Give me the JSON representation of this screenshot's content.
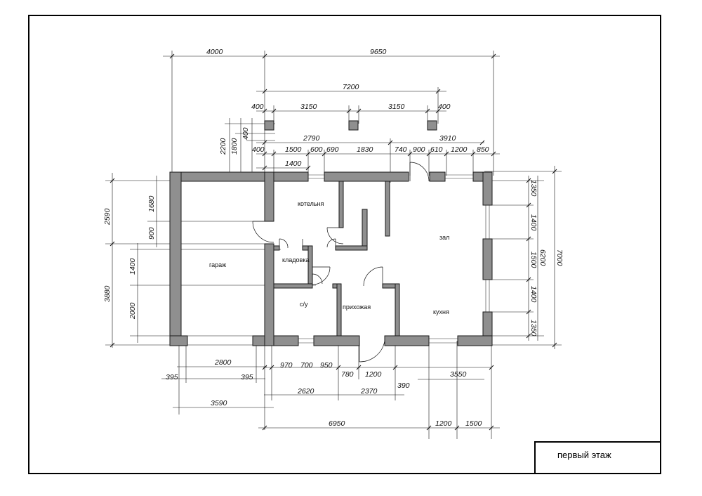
{
  "title": "первый этаж",
  "rooms": {
    "boiler": "котельня",
    "hall": "зал",
    "pantry": "кладовка",
    "garage": "гараж",
    "wc": "с/у",
    "entry": "прихожая",
    "kitchen": "кухня"
  },
  "dims": {
    "top": {
      "a4000": "4000",
      "a9650": "9650",
      "a7200": "7200",
      "p400a": "400",
      "p3150a": "3150",
      "p3150b": "3150",
      "p400b": "400",
      "w2790": "2790",
      "w3910": "3910",
      "r400": "400",
      "r1500": "1500",
      "r600": "600",
      "r690": "690",
      "r1830": "1830",
      "r740": "740",
      "r900": "900",
      "r610": "610",
      "r1200": "1200",
      "r850": "850",
      "d1400": "1400"
    },
    "left": {
      "v2200": "2200",
      "v1800": "1800",
      "v400": "400",
      "v2590": "2590",
      "v1680": "1680",
      "v900": "900",
      "v3880": "3880",
      "v1400": "1400",
      "v2000": "2000"
    },
    "right": {
      "r1350a": "1350",
      "r1400a": "1400",
      "r1500": "1500",
      "r1400b": "1400",
      "r1350b": "1350",
      "r6200": "6200",
      "r7000": "7000"
    },
    "bottom": {
      "b395a": "395",
      "b2800": "2800",
      "b395b": "395",
      "b3590": "3590",
      "b970": "970",
      "b700": "700",
      "b950": "950",
      "b780": "780",
      "b1200": "1200",
      "b3550": "3550",
      "b390": "390",
      "b2620": "2620",
      "b2370": "2370",
      "b6950": "6950",
      "b1200b": "1200",
      "b1500": "1500"
    }
  }
}
